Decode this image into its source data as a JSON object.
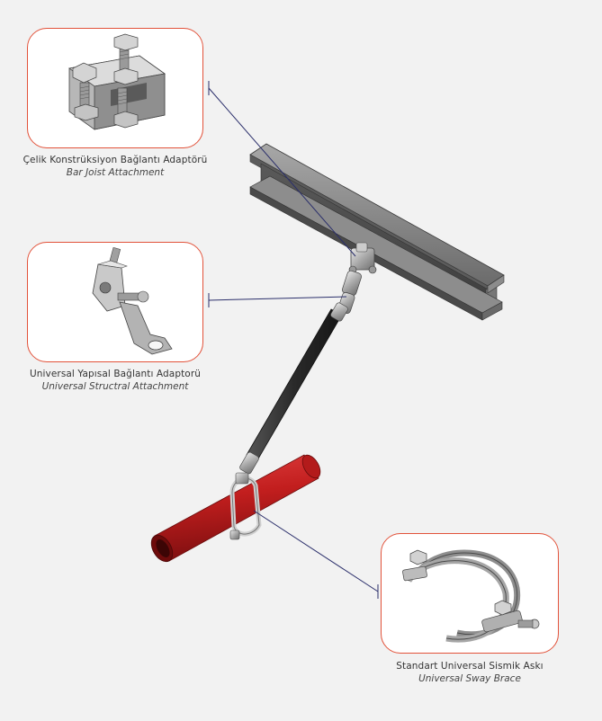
{
  "callouts": [
    {
      "id": "bar-joist",
      "title_tr": "Çelik Konstrüksiyon Bağlantı Adaptörü",
      "title_en": "Bar Joist Attachment"
    },
    {
      "id": "structural",
      "title_tr": "Universal Yapısal Bağlantı Adaptorü",
      "title_en": "Universal Structral Attachment"
    },
    {
      "id": "sway-brace",
      "title_tr": "Standart Universal Sismik Askı",
      "title_en": "Universal Sway Brace"
    }
  ],
  "colors": {
    "accent": "#e2523a",
    "leader_line": "#2b2f6b",
    "pipe": "#c8201f",
    "rod": "#2e2e2e",
    "steel": "#8a8a8a",
    "background": "#f2f2f2"
  }
}
